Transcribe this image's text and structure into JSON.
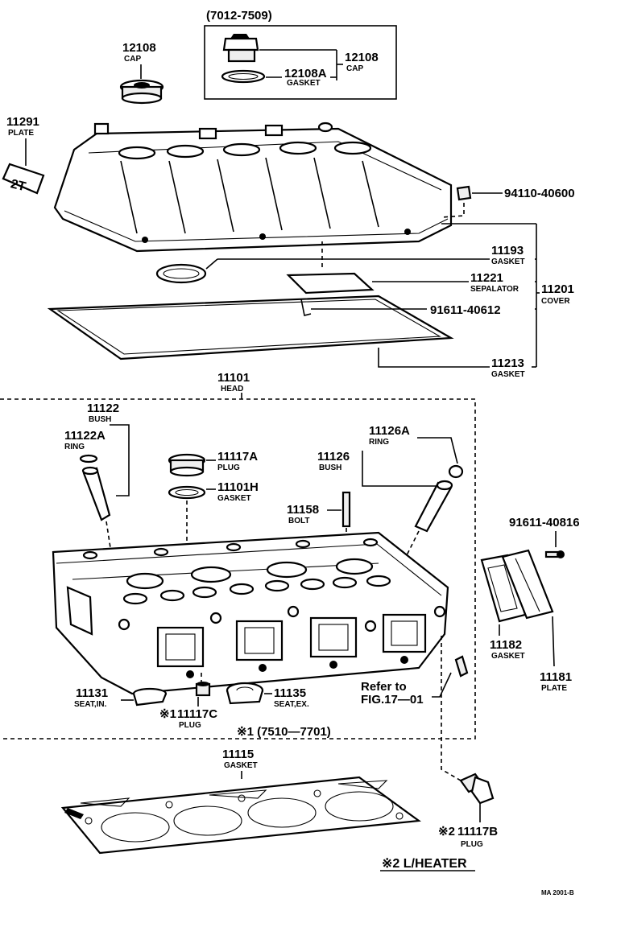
{
  "diagram_code": "MA 2001-B",
  "groups": {
    "cap_range": "(7012-7509)",
    "head_range": "※1 (7510—7701)",
    "heater_note": "※2 L/HEATER",
    "refer_to": "Refer to",
    "refer_fig": "FIG.17—01"
  },
  "parts": {
    "cap_top": {
      "number": "12108",
      "name": "CAP"
    },
    "cap_group": {
      "number": "12108",
      "name": "CAP"
    },
    "cap_gasket": {
      "number": "12108A",
      "name": "GASKET"
    },
    "plate_2t": {
      "number": "11291",
      "name": "PLATE",
      "label": "2T"
    },
    "nut": {
      "number": "94110-40600"
    },
    "gasket_11193": {
      "number": "11193",
      "name": "GASKET"
    },
    "separator": {
      "number": "11221",
      "name": "SEPALATOR"
    },
    "cover": {
      "number": "11201",
      "name": "COVER"
    },
    "bolt_91611": {
      "number": "91611-40612"
    },
    "gasket_11213": {
      "number": "11213",
      "name": "GASKET"
    },
    "head": {
      "number": "11101",
      "name": "HEAD"
    },
    "bush_11122": {
      "number": "11122",
      "name": "BUSH"
    },
    "ring_11122a": {
      "number": "11122A",
      "name": "RING"
    },
    "plug_11117a": {
      "number": "11117A",
      "name": "PLUG"
    },
    "gasket_11101h": {
      "number": "11101H",
      "name": "GASKET"
    },
    "ring_11126a": {
      "number": "11126A",
      "name": "RING"
    },
    "bush_11126": {
      "number": "11126",
      "name": "BUSH"
    },
    "bolt_11158": {
      "number": "11158",
      "name": "BOLT"
    },
    "bolt_91611_40816": {
      "number": "91611-40816"
    },
    "gasket_11182": {
      "number": "11182",
      "name": "GASKET"
    },
    "plate_11181": {
      "number": "11181",
      "name": "PLATE"
    },
    "seat_in": {
      "number": "11131",
      "name": "SEAT,IN."
    },
    "plug_11117c": {
      "prefix": "※1",
      "number": "11117C",
      "name": "PLUG"
    },
    "seat_ex": {
      "number": "11135",
      "name": "SEAT,EX."
    },
    "head_gasket": {
      "number": "11115",
      "name": "GASKET"
    },
    "plug_11117b": {
      "prefix": "※2",
      "number": "11117B",
      "name": "PLUG"
    }
  }
}
